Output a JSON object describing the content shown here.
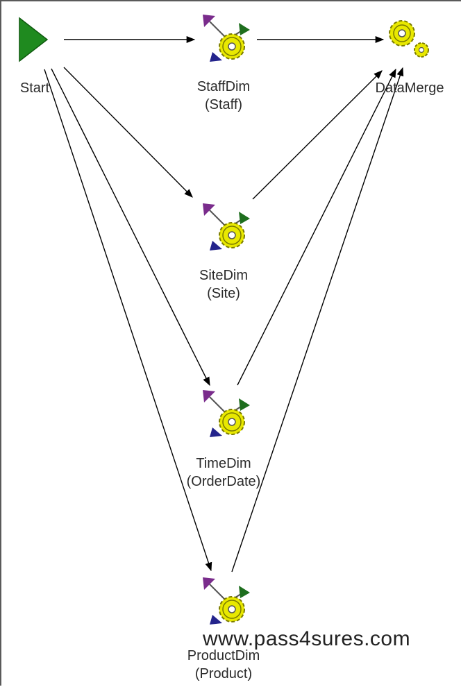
{
  "nodes": {
    "start": {
      "name": "Start"
    },
    "staff": {
      "name": "StaffDim",
      "sub": "(Staff)"
    },
    "merge": {
      "name": "DataMerge"
    },
    "site": {
      "name": "SiteDim",
      "sub": "(Site)"
    },
    "time": {
      "name": "TimeDim",
      "sub": "(OrderDate)"
    },
    "product": {
      "name": "ProductDim",
      "sub": "(Product)"
    }
  },
  "edges": [
    {
      "from": "start",
      "to": "staff"
    },
    {
      "from": "staff",
      "to": "merge"
    },
    {
      "from": "start",
      "to": "site"
    },
    {
      "from": "start",
      "to": "time"
    },
    {
      "from": "start",
      "to": "product"
    },
    {
      "from": "site",
      "to": "merge"
    },
    {
      "from": "time",
      "to": "merge"
    },
    {
      "from": "product",
      "to": "merge"
    }
  ],
  "colors": {
    "start_arrow": "#1f8a1f",
    "gear": "#e8e800",
    "triangle_purple": "#7a2c8c",
    "triangle_green": "#1e6e1e",
    "triangle_blue": "#24248c"
  },
  "watermark": "www.pass4sures.com"
}
